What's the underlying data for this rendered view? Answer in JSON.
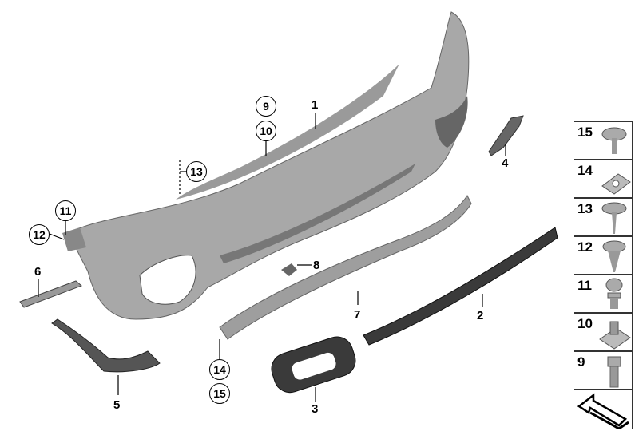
{
  "callouts": {
    "p1": "1",
    "p2": "2",
    "p3": "3",
    "p4": "4",
    "p5": "5",
    "p6": "6",
    "p7": "7",
    "p8": "8",
    "c9": "9",
    "c10": "10",
    "c11": "11",
    "c12": "12",
    "c13": "13",
    "c14": "14",
    "c15": "15"
  },
  "fasteners": [
    "15",
    "14",
    "13",
    "12",
    "11",
    "10",
    "9"
  ],
  "colors": {
    "part": "#a6a6a6",
    "part_dark": "#5a5a5a",
    "grille": "#3a3a3a",
    "line": "#000000"
  }
}
